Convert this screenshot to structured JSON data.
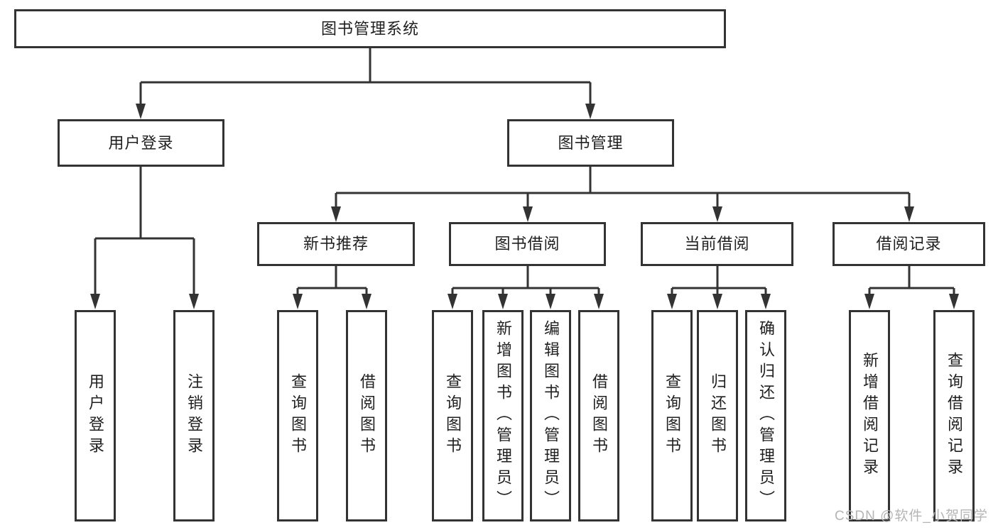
{
  "tree": {
    "root": {
      "label": "图书管理系统",
      "children": [
        {
          "label": "用户登录",
          "children": [
            {
              "label": "用户登录"
            },
            {
              "label": "注销登录"
            }
          ]
        },
        {
          "label": "图书管理",
          "children": [
            {
              "label": "新书推荐",
              "children": [
                {
                  "label": "查询图书"
                },
                {
                  "label": "借阅图书"
                }
              ]
            },
            {
              "label": "图书借阅",
              "children": [
                {
                  "label": "查询图书"
                },
                {
                  "label": "新增图书（管理员）"
                },
                {
                  "label": "编辑图书（管理员）"
                },
                {
                  "label": "借阅图书"
                }
              ]
            },
            {
              "label": "当前借阅",
              "children": [
                {
                  "label": "查询图书"
                },
                {
                  "label": "归还图书"
                },
                {
                  "label": "确认归还（管理员）"
                }
              ]
            },
            {
              "label": "借阅记录",
              "children": [
                {
                  "label": "新增借阅记录"
                },
                {
                  "label": "查询借阅记录"
                }
              ]
            }
          ]
        }
      ]
    }
  },
  "watermark": {
    "text": "CSDN @软件_小贺同学"
  },
  "colors": {
    "line": "#333333",
    "box_border": "#333333",
    "text": "#1f1f1f",
    "watermark": "#b5b5b5",
    "background": "#ffffff"
  }
}
